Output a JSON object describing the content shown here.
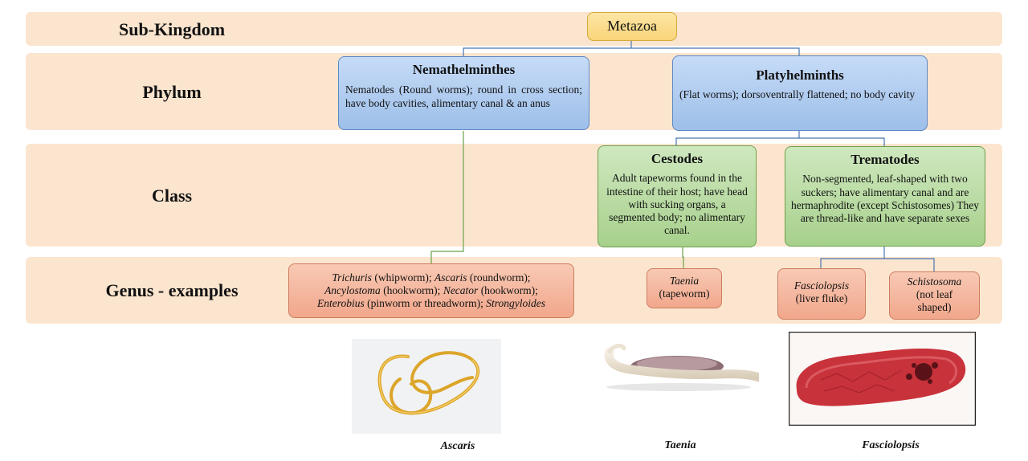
{
  "rows": {
    "subkingdom": "Sub-Kingdom",
    "phylum": "Phylum",
    "class": "Class",
    "genus": "Genus - examples"
  },
  "metazoa": "Metazoa",
  "nemathelminthes": {
    "title": "Nemathelminthes",
    "desc": "Nematodes (Round worms); round in cross section; have body cavities, alimentary canal & an anus"
  },
  "platyhelminths": {
    "title": "Platyhelminths",
    "desc": "(Flat worms); dorsoventrally flattened; no body cavity"
  },
  "cestodes": {
    "title": "Cestodes",
    "desc": "Adult tapeworms found in the intestine of their host; have head with sucking organs, a segmented body; no alimentary canal."
  },
  "trematodes": {
    "title": "Trematodes",
    "desc": "Non-segmented, leaf-shaped with two suckers; have alimentary canal and are hermaphrodite (except Schistosomes) They are thread-like and have separate sexes"
  },
  "genus_nematodes": {
    "g1": "Trichuris",
    "c1": " (whipworm); ",
    "g2": "Ascaris",
    "c2": " (roundworm);",
    "g3": "Ancylostoma",
    "c3": " (hookworm); ",
    "g4": "Necator",
    "c4": " (hookworm);",
    "g5": "Enterobius",
    "c5": " (pinworm or threadworm); ",
    "g6": "Strongyloides"
  },
  "taenia": {
    "name": "Taenia",
    "common": "(tapeworm)"
  },
  "fasciolopsis": {
    "name": "Fasciolopsis",
    "common": "(liver fluke)"
  },
  "schistosoma": {
    "name": "Schistosoma",
    "common": "(not leaf shaped)"
  },
  "captions": {
    "ascaris": "Ascaris",
    "taenia": "Taenia",
    "fasciolopsis": "Fasciolopsis"
  }
}
